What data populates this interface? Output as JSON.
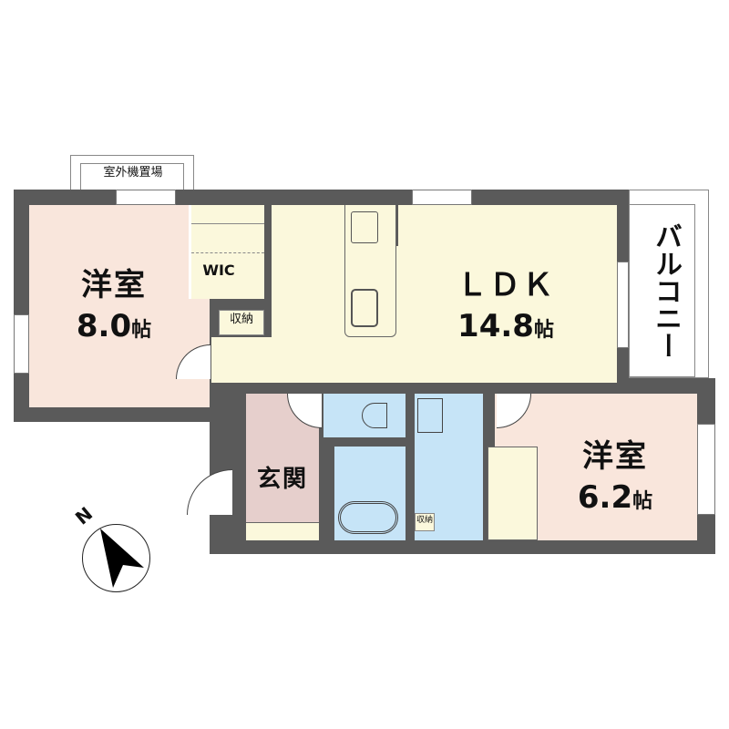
{
  "floorplan": {
    "rooms": {
      "western_room_1": {
        "name": "洋室",
        "area": "8.0",
        "unit": "帖"
      },
      "western_room_2": {
        "name": "洋室",
        "area": "6.2",
        "unit": "帖"
      },
      "ldk": {
        "name": "ＬＤＫ",
        "area": "14.8",
        "unit": "帖"
      },
      "wic": {
        "name": "WIC"
      },
      "storage_1": {
        "name": "収納"
      },
      "storage_2": {
        "name": "収納"
      },
      "entrance": {
        "name": "玄関"
      },
      "balcony": {
        "name": "バルコニー"
      },
      "outdoor_unit": {
        "name": "室外機置場"
      }
    },
    "compass": {
      "label": "N",
      "direction": "north-northwest"
    },
    "colors": {
      "wall": "#5a5a5a",
      "western_room": "#f9e6dc",
      "ldk": "#fbf8dc",
      "wet_area": "#c6e4f7",
      "entrance": "#e6cfcc"
    }
  }
}
